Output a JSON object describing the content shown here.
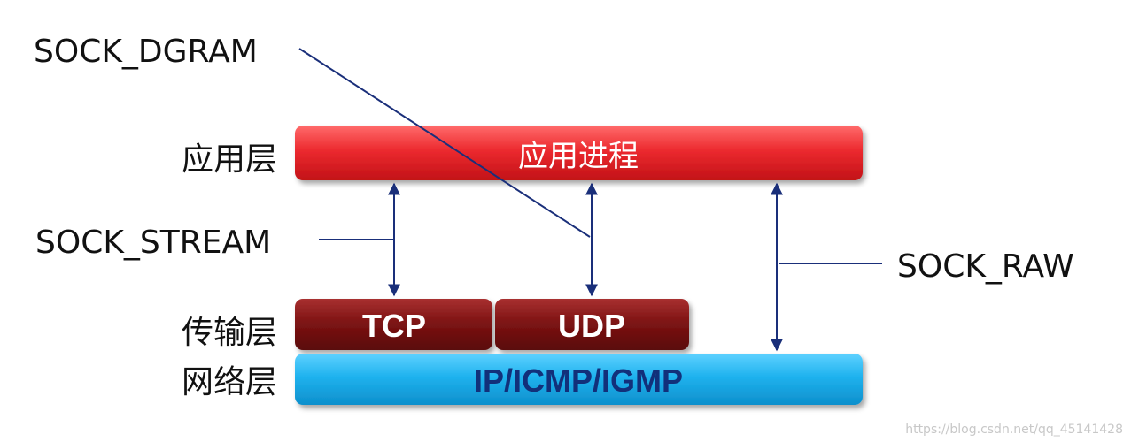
{
  "socket_types": {
    "dgram": "SOCK_DGRAM",
    "stream": "SOCK_STREAM",
    "raw": "SOCK_RAW"
  },
  "layers": {
    "application": "应用层",
    "transport": "传输层",
    "network": "网络层"
  },
  "bars": {
    "app_process": "应用进程",
    "tcp": "TCP",
    "udp": "UDP",
    "ip": "IP/ICMP/IGMP"
  },
  "colors": {
    "app_bar": "#e8212a",
    "transport_bar": "#7a1010",
    "network_bar": "#1aa6e4",
    "connector": "#1a2f7a"
  },
  "watermark": "https://blog.csdn.net/qq_45141428"
}
